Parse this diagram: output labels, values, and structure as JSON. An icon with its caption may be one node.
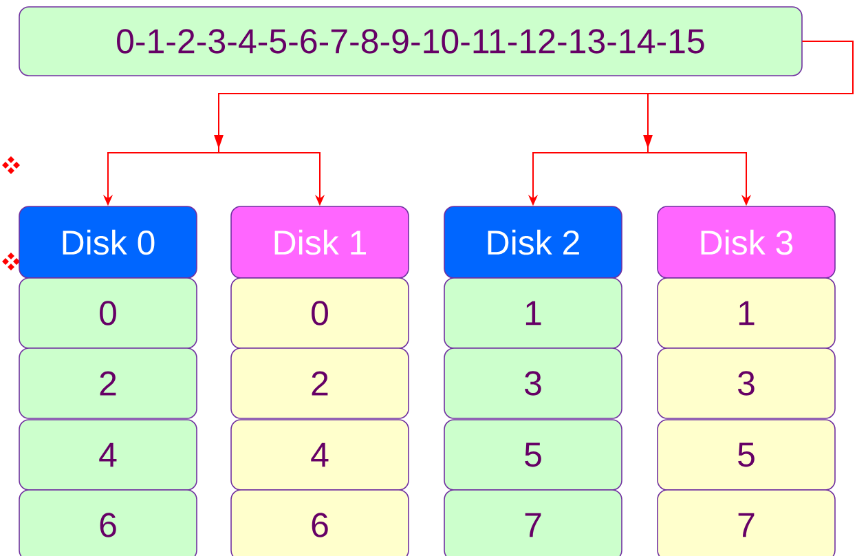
{
  "diagram": {
    "nodes": [
      {
        "text": [
          "0-1-2-3-4-5-6-7-8-9-10-11-12-13-14-15"
        ]
      },
      {
        "text": [
          "Disk 0"
        ]
      },
      {
        "text": [
          "Disk 1"
        ]
      },
      {
        "text": [
          "Disk 2"
        ]
      },
      {
        "text": [
          "Disk 3"
        ]
      },
      {
        "text": [
          "0"
        ]
      },
      {
        "text": [
          "0"
        ]
      },
      {
        "text": [
          "1"
        ]
      },
      {
        "text": [
          "1"
        ]
      },
      {
        "text": [
          "2"
        ]
      },
      {
        "text": [
          "2"
        ]
      },
      {
        "text": [
          "3"
        ]
      },
      {
        "text": [
          "3"
        ]
      },
      {
        "text": [
          "4"
        ]
      },
      {
        "text": [
          "4"
        ]
      },
      {
        "text": [
          "5"
        ]
      },
      {
        "text": [
          "5"
        ]
      },
      {
        "text": [
          "6"
        ]
      },
      {
        "text": [
          "6"
        ]
      },
      {
        "text": [
          "7"
        ]
      },
      {
        "text": [
          "7"
        ]
      }
    ],
    "edges": [
      {
        "from": 0,
        "to": 1,
        "arrow": "to"
      },
      {
        "from": 0,
        "to": 2,
        "arrow": "to"
      },
      {
        "from": 0,
        "to": 3,
        "arrow": "to"
      },
      {
        "from": 0,
        "to": 4,
        "arrow": "to"
      }
    ]
  }
}
